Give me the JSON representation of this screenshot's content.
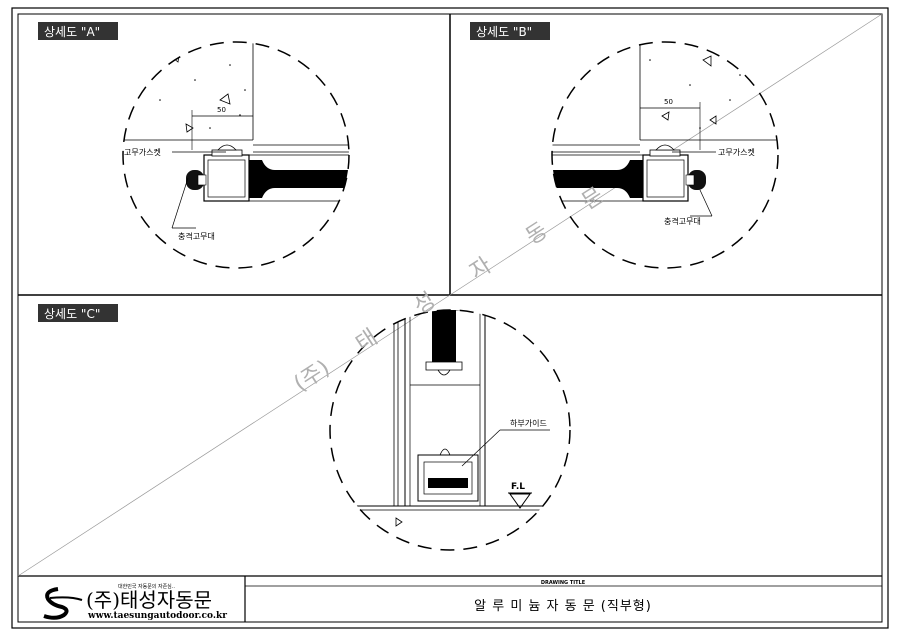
{
  "panels": {
    "a": {
      "label": "상세도 \"A\"",
      "dim": "50",
      "gasket": "고무가스켓",
      "bumper": "충격고무대"
    },
    "b": {
      "label": "상세도 \"B\"",
      "dim": "50",
      "gasket": "고무가스켓",
      "bumper": "충격고무대"
    },
    "c": {
      "label": "상세도 \"C\"",
      "guide": "하부가이드",
      "floor": "F.L"
    }
  },
  "watermark": [
    "(주)",
    "태",
    "성",
    "자",
    "동",
    "문"
  ],
  "title_block": {
    "tagline": "대한민국 자동문의 자존심..",
    "company": "(주)태성자동문",
    "url": "www.taesungautodoor.co.kr",
    "drawing_title_label": "DRAWING TITLE",
    "drawing_title": "알 루 미 늄 자 동 문 (직부형)"
  }
}
